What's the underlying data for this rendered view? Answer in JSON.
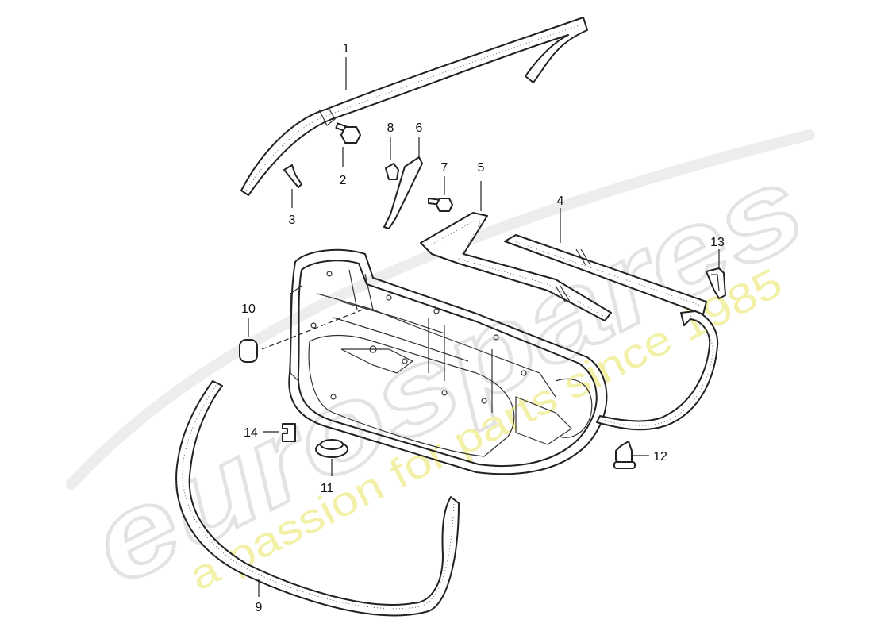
{
  "diagram": {
    "callouts": [
      {
        "label": "1"
      },
      {
        "label": "2"
      },
      {
        "label": "3"
      },
      {
        "label": "4"
      },
      {
        "label": "5"
      },
      {
        "label": "6"
      },
      {
        "label": "7"
      },
      {
        "label": "8"
      },
      {
        "label": "9"
      },
      {
        "label": "10"
      },
      {
        "label": "11"
      },
      {
        "label": "12"
      },
      {
        "label": "13"
      },
      {
        "label": "14"
      }
    ]
  },
  "watermark": {
    "brand": "eurospares",
    "tagline": "a passion for parts since 1985",
    "colors": {
      "brand": "#e6e6e6",
      "tagline": "#f3f0a8"
    }
  }
}
